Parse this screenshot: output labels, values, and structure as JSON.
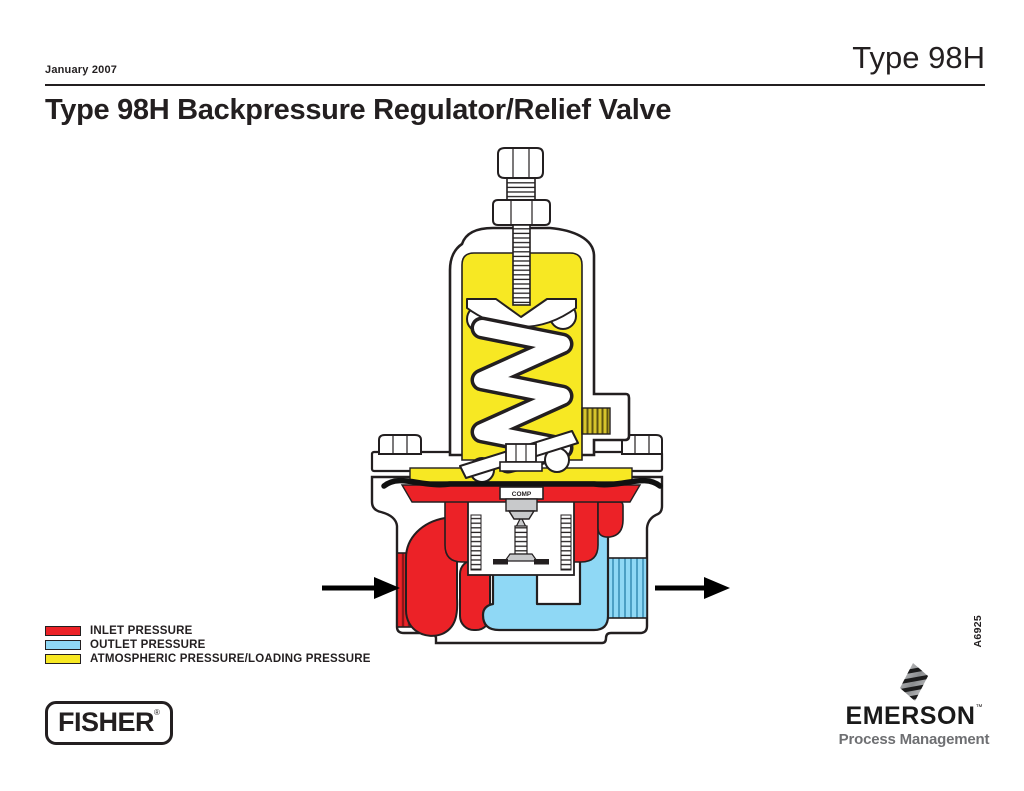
{
  "header": {
    "date": "January 2007",
    "product": "Type 98H"
  },
  "title": "Type 98H Backpressure Regulator/Relief Valve",
  "figure_number": "A6925",
  "legend": {
    "items": [
      {
        "key": "inlet",
        "label": "INLET PRESSURE",
        "color": "#EC2227"
      },
      {
        "key": "outlet",
        "label": "OUTLET PRESSURE",
        "color": "#8FD8F5"
      },
      {
        "key": "atmospheric",
        "label": "ATMOSPHERIC PRESSURE/LOADING PRESSURE",
        "color": "#F7E823"
      }
    ]
  },
  "diagram": {
    "part_label": "COMP",
    "colors": {
      "inlet": "#EC2227",
      "outlet": "#8FD8F5",
      "atmospheric": "#F7E823",
      "outline": "#231F20"
    }
  },
  "branding": {
    "fisher": {
      "name": "FISHER",
      "registered": "®"
    },
    "emerson": {
      "name": "EMERSON",
      "trademark": "™",
      "tagline": "Process Management",
      "tagline_color": "#6E6F72"
    }
  }
}
